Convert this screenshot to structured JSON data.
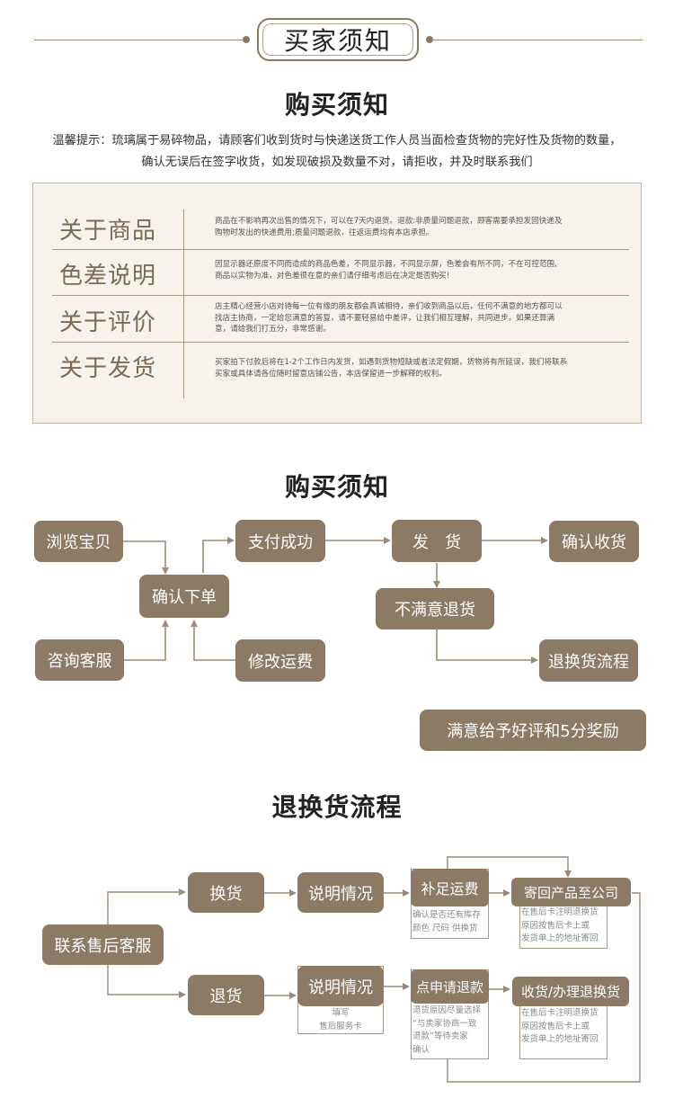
{
  "banner": {
    "title": "买家须知"
  },
  "notice": {
    "title": "购买须知",
    "tip_line1": "温馨提示：琉璃属于易碎物品，请顾客们收到货时与快递送货工作人员当面检查货物的完好性及货物的数量，",
    "tip_line2": "确认无误后在签字收货，如发现破损及数量不对，请拒收，并及时联系我们"
  },
  "info_rows": [
    {
      "label": "关于商品",
      "line1": "商品在不影响再次出售的情况下，可以在7天内退货。退款:非质量问题退款，顾客需要承担发回快递及",
      "line2": "购物时发出的快递费用;质量问题退款，往返运费均有本店承担。",
      "line3": ""
    },
    {
      "label": "色差说明",
      "line1": "因显示器还原度不同而造成的商品色差，不同显示器，不同显示屏，色差会有所不同，不在可控范围,",
      "line2": "商品以实物为准，对色差很在意的亲们请仔细考虑后在决定是否购买!",
      "line3": ""
    },
    {
      "label": "关于评价",
      "line1": "店主精心经营小店对待每一位有缘的朋友都会真诚相待，亲们收到商品以后，任何不满意的地方都可以",
      "line2": "找店主协商，一定给您满意的答复，请不要轻易给中差评，让我们相互理解，共同进步。如果还算满",
      "line3": "意，请给我们打五分，非常感谢。"
    },
    {
      "label": "关于发货",
      "line1": "买家拍下付款后将在1-2个工作日内发货，如遇到货物短缺或者法定假期，货物将有所延误，我们将联系",
      "line2": "买家或具体请各位随时留意店铺公告，本店保留进一步解释的权利。",
      "line3": ""
    }
  ],
  "purchase_flow": {
    "title": "购买须知",
    "browse": "浏览宝贝",
    "pay_success": "支付成功",
    "ship": "发　货",
    "confirm_receipt": "确认收货",
    "confirm_order": "确认下单",
    "unsatisfied_return": "不满意退货",
    "consult_service": "咨询客服",
    "modify_shipping": "修改运费",
    "return_flow": "退换货流程",
    "satisfied_rating": "满意给予好评和5分奖励"
  },
  "return_flow": {
    "title": "退换货流程",
    "contact_service": "联系售后客服",
    "exchange": "换货",
    "return": "退货",
    "explain_1": "说明情况",
    "explain_2": "说明情况",
    "explain_2_note1": "填写",
    "explain_2_note2": "售后服务卡",
    "pay_shipping": "补足运费",
    "pay_shipping_note1": "确认是否还有库存",
    "pay_shipping_note2": "颜色  尺码  供换货",
    "send_back": "寄回产品至公司",
    "send_back_note1": "在售后卡注明退换货",
    "send_back_note2": "原因按售后卡上或",
    "send_back_note3": "发货单上的地址寄回",
    "apply_refund": "点申请退款",
    "apply_refund_note1": "退货原因尽量选择",
    "apply_refund_note2": "“与卖家协商一致",
    "apply_refund_note3": "退款”等待卖家",
    "apply_refund_note4": "确认",
    "receive_process": "收货/办理退换货",
    "receive_note1": "在售后卡注明退换货",
    "receive_note2": "原因按售后卡上或",
    "receive_note3": "发货单上的地址寄回"
  },
  "colors": {
    "accent": "#8c7a65",
    "panel_bg": "#f7f2ec",
    "label": "#7b6a55"
  }
}
